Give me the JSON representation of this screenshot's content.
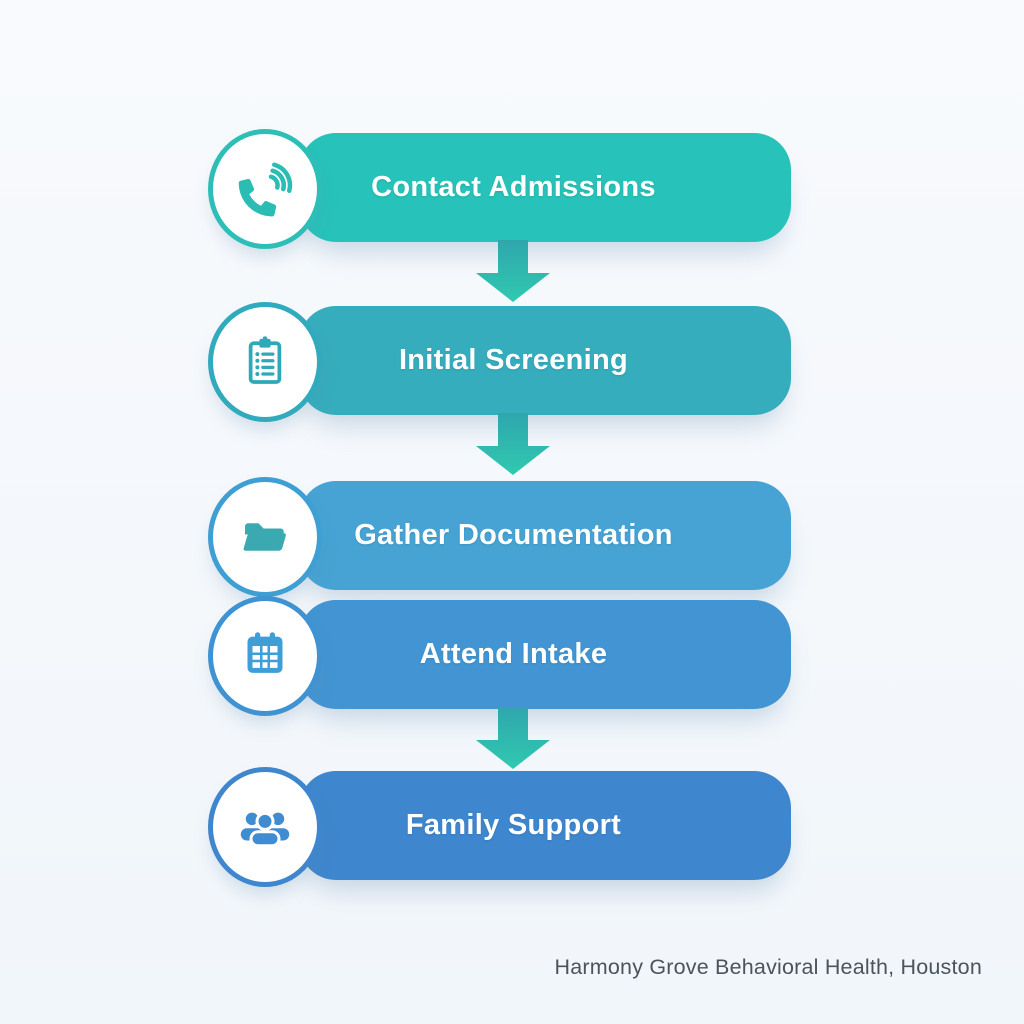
{
  "canvas": {
    "background_top": "#f8fafd",
    "background_bottom": "#f1f6fa",
    "label_color": "#ffffff"
  },
  "steps": [
    {
      "label": "Contact Admissions",
      "icon": "phone-volume-icon",
      "bar_color": "#27c2b9",
      "icon_color": "#2bbcb4",
      "ring_color": "#2dbfb7",
      "arrow_after": true
    },
    {
      "label": "Initial Screening",
      "icon": "clipboard-checklist-icon",
      "bar_color": "#35adbd",
      "icon_color": "#2fa9b8",
      "ring_color": "#30aabc",
      "arrow_after": true
    },
    {
      "label": "Gather Documentation",
      "icon": "open-folder-icon",
      "bar_color": "#46a3d3",
      "icon_color": "#3baab0",
      "ring_color": "#3e9fd4",
      "arrow_after": false
    },
    {
      "label": "Attend Intake",
      "icon": "calendar-icon",
      "bar_color": "#4295d2",
      "icon_color": "#3f9ed6",
      "ring_color": "#3f93d3",
      "arrow_after": true
    },
    {
      "label": "Family Support",
      "icon": "people-group-icon",
      "bar_color": "#3e86cd",
      "icon_color": "#3f8cd1",
      "ring_color": "#3e86cd",
      "arrow_after": false
    }
  ],
  "arrow": {
    "color_top": "#2fa6ad",
    "color_bottom": "#30c9b0"
  },
  "footer": {
    "text": "Harmony Grove Behavioral Health, Houston",
    "color": "#4b545b"
  }
}
